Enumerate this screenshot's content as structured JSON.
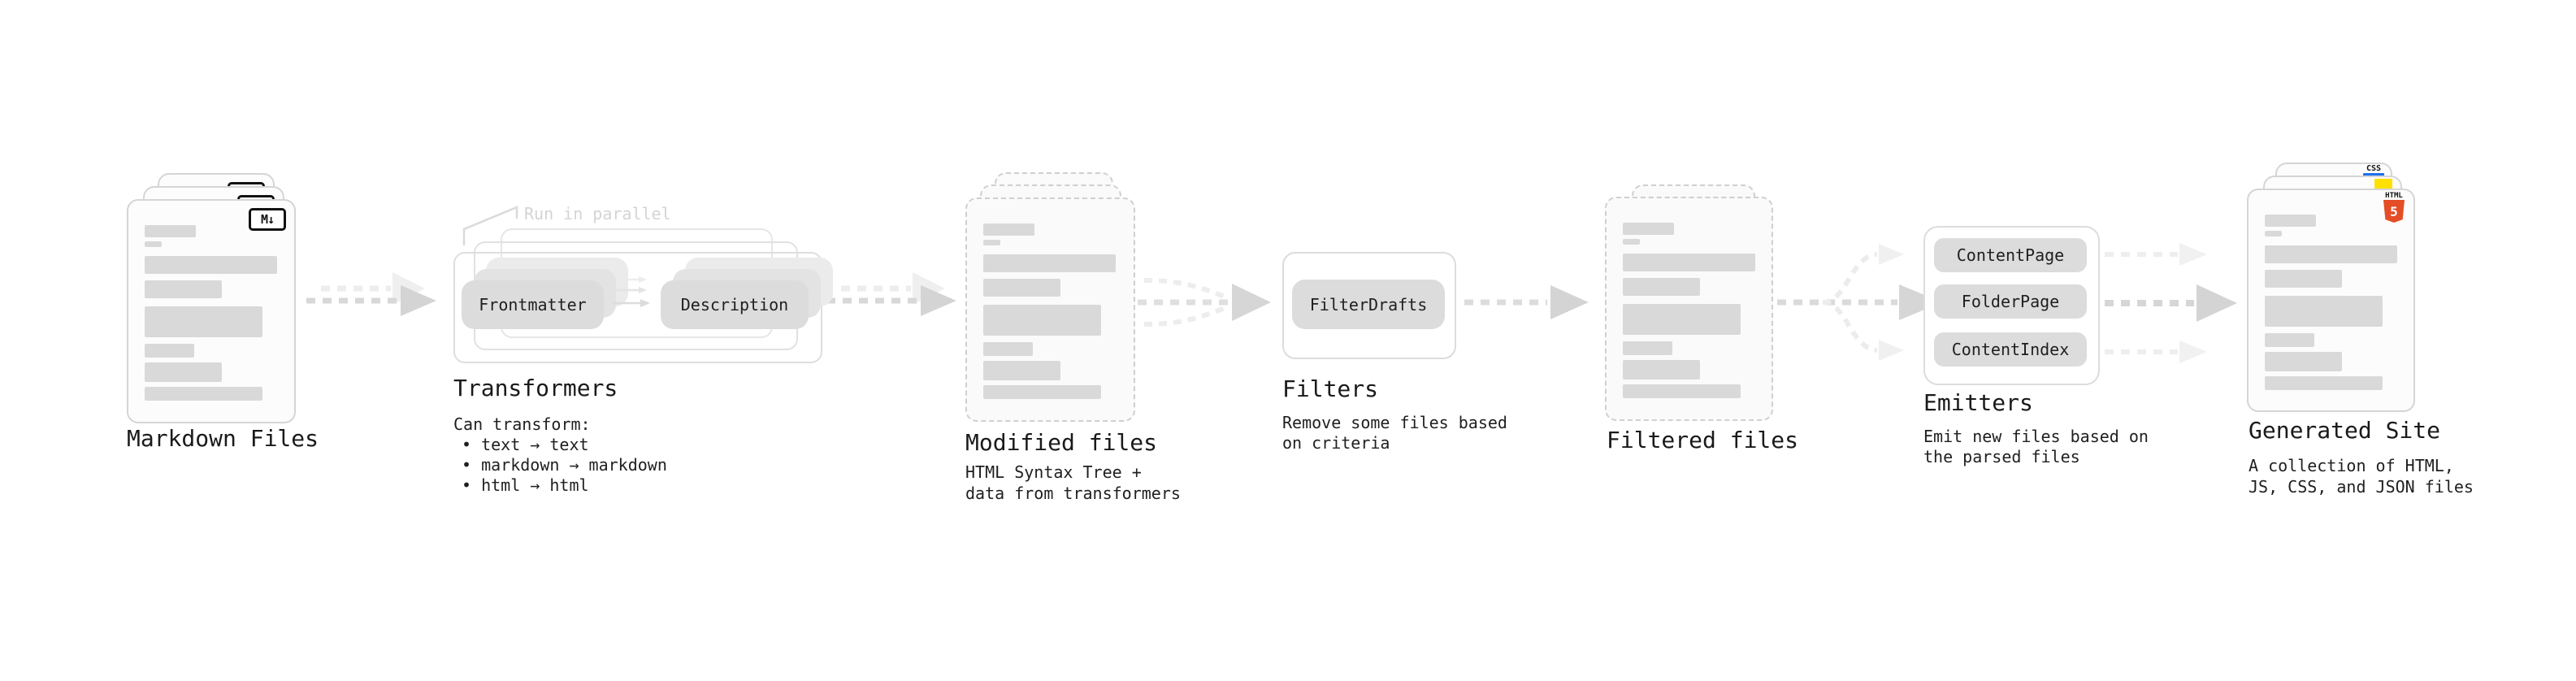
{
  "sections": {
    "markdown_files": {
      "title": "Markdown Files",
      "badge": "M↓"
    },
    "transformers": {
      "title": "Transformers",
      "note": "Run in parallel",
      "node_left": "Frontmatter",
      "node_right": "Description",
      "heading": "Can transform:",
      "bullets": [
        "• text → text",
        "• markdown → markdown",
        "• html → html"
      ]
    },
    "modified_files": {
      "title": "Modified files",
      "subtitle": "HTML Syntax Tree +\ndata from transformers"
    },
    "filters": {
      "title": "Filters",
      "node": "FilterDrafts",
      "subtitle": "Remove some files based\non criteria"
    },
    "filtered_files": {
      "title": "Filtered files"
    },
    "emitters": {
      "title": "Emitters",
      "nodes": [
        "ContentPage",
        "FolderPage",
        "ContentIndex"
      ],
      "subtitle": "Emit new files based on\nthe parsed files"
    },
    "generated_site": {
      "title": "Generated Site",
      "subtitle": "A collection of HTML,\nJS, CSS, and JSON files",
      "css_badge": "CSS",
      "html_badge": "HTML",
      "html_badge_number": "5"
    }
  },
  "colors": {
    "placeholder_bar": "#d9d9d9",
    "pill_background": "#dcdcdc",
    "card_border": "#d5d5d5",
    "text": "#1a1a1a",
    "faint_note": "#d4d4d4",
    "css_blue": "#1f6feb",
    "js_yellow": "#ffe000",
    "html_orange": "#e44d26"
  }
}
